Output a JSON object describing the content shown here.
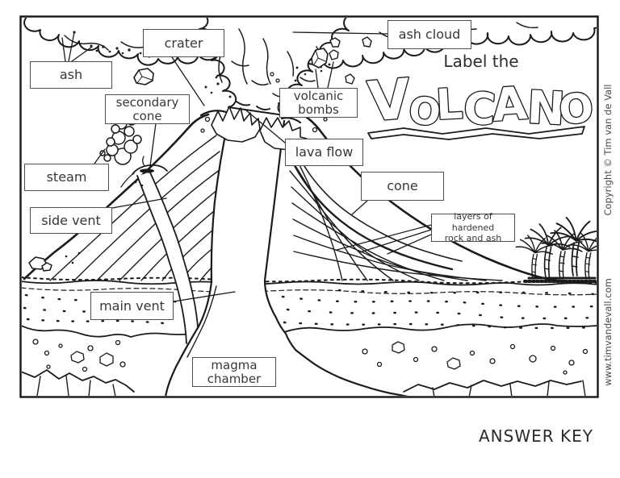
{
  "header": {
    "pretitle": "Label the",
    "title": "VOLCANO",
    "title_letters": [
      "V",
      "O",
      "L",
      "C",
      "A",
      "N",
      "O"
    ]
  },
  "labels": {
    "ash": "ash",
    "crater": "crater",
    "secondary_cone": "secondary\ncone",
    "ash_cloud": "ash cloud",
    "volcanic_bombs": "volcanic\nbombs",
    "lava_flow": "lava flow",
    "steam": "steam",
    "side_vent": "side vent",
    "cone": "cone",
    "layers": "layers of hardened\nrock and ash",
    "main_vent": "main vent",
    "magma_chamber": "magma\nchamber"
  },
  "footer": {
    "answer_key": "ANSWER KEY"
  },
  "margin": {
    "copyright": "Copyright © Tim van de Vall",
    "website": "www.timvandevall.com"
  },
  "colors": {
    "ink": "#1b1b1b",
    "label_border": "#4f4f4f",
    "label_text": "#383838",
    "paper": "#ffffff"
  }
}
